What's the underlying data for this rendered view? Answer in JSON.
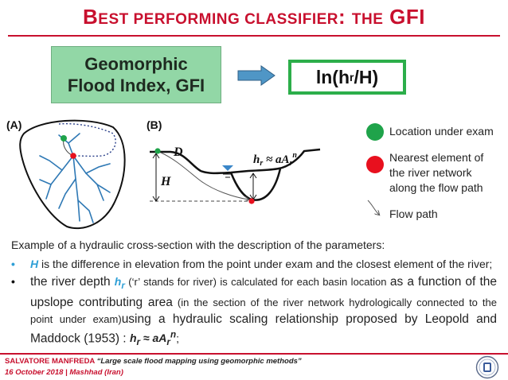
{
  "title": {
    "first": "B",
    "rest1": "EST PERFORMING CLASSIFIER",
    "colon": ": ",
    "the": "THE",
    "gfi": " GFI"
  },
  "gfi_box": {
    "line1": "Geomorphic",
    "line2": "Flood Index, GFI"
  },
  "formula_box": {
    "pre": "ln(h",
    "sub": "r",
    "post": "/H)"
  },
  "figure": {
    "label_a": "(A)",
    "label_b": "(B)",
    "label_d": "D",
    "label_h": "H",
    "label_hr": "h",
    "label_hr_sub": "r",
    "label_approx": " ≈ aA",
    "label_ar_sub": "r",
    "label_n": "n"
  },
  "legend": {
    "location": "Location under exam",
    "nearest_l1": "Nearest element of",
    "nearest_l2": "the river network",
    "nearest_l3": "along the flow path",
    "flow": "Flow path",
    "green": "#1fa34a",
    "red": "#e8101e"
  },
  "caption": "Example of a hydraulic cross-section with the description of the parameters:",
  "bullet1": {
    "h": "H",
    "text": " is the difference in elevation from the point under exam and the closest element of the river;"
  },
  "bullet2": {
    "t1": "the river depth ",
    "hr": "h",
    "hr_sub": "r",
    "t2": " (‘r’ stands for river) is calculated for each basin location ",
    "t3": "as a function of the upslope contributing area",
    "t4": " (in the section of the river network hydrologically connected to the point under exam)",
    "t5": "using a hydraulic scaling relationship proposed by Leopold and Maddock (1953) : ",
    "eq_h": "h",
    "eq_h_sub": "r",
    "eq_mid": " ≈ aA",
    "eq_a_sub": "r",
    "eq_n": "n",
    "eq_end": ";"
  },
  "footer": {
    "author": "SALVATORE MANFREDA ",
    "talk": "“Large scale flood mapping using geomorphic methods”",
    "date": "16 October 2018 | Mashhad (Iran)"
  }
}
